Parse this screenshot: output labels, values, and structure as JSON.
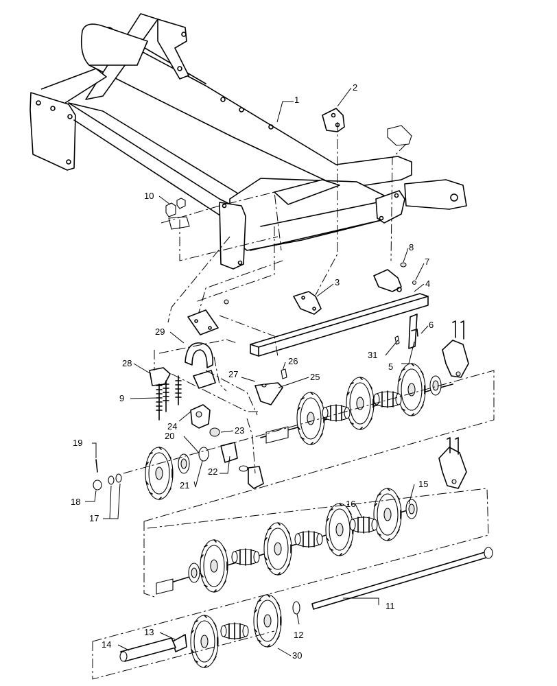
{
  "callouts": {
    "c1": "1",
    "c2": "2",
    "c3": "3",
    "c4": "4",
    "c5": "5",
    "c6": "6",
    "c7": "7",
    "c8": "8",
    "c9": "9",
    "c10": "10",
    "c11": "11",
    "c12": "12",
    "c13": "13",
    "c14": "14",
    "c15": "15",
    "c16": "16",
    "c17": "17",
    "c18": "18",
    "c19": "19",
    "c20": "20",
    "c21": "21",
    "c22": "22",
    "c23": "23",
    "c24": "24",
    "c25": "25",
    "c26": "26",
    "c27": "27",
    "c28": "28",
    "c29": "29",
    "c30": "30",
    "c31": "31"
  },
  "colors": {
    "line": "#000000",
    "background": "#ffffff",
    "shade": "#e6e6e6"
  }
}
